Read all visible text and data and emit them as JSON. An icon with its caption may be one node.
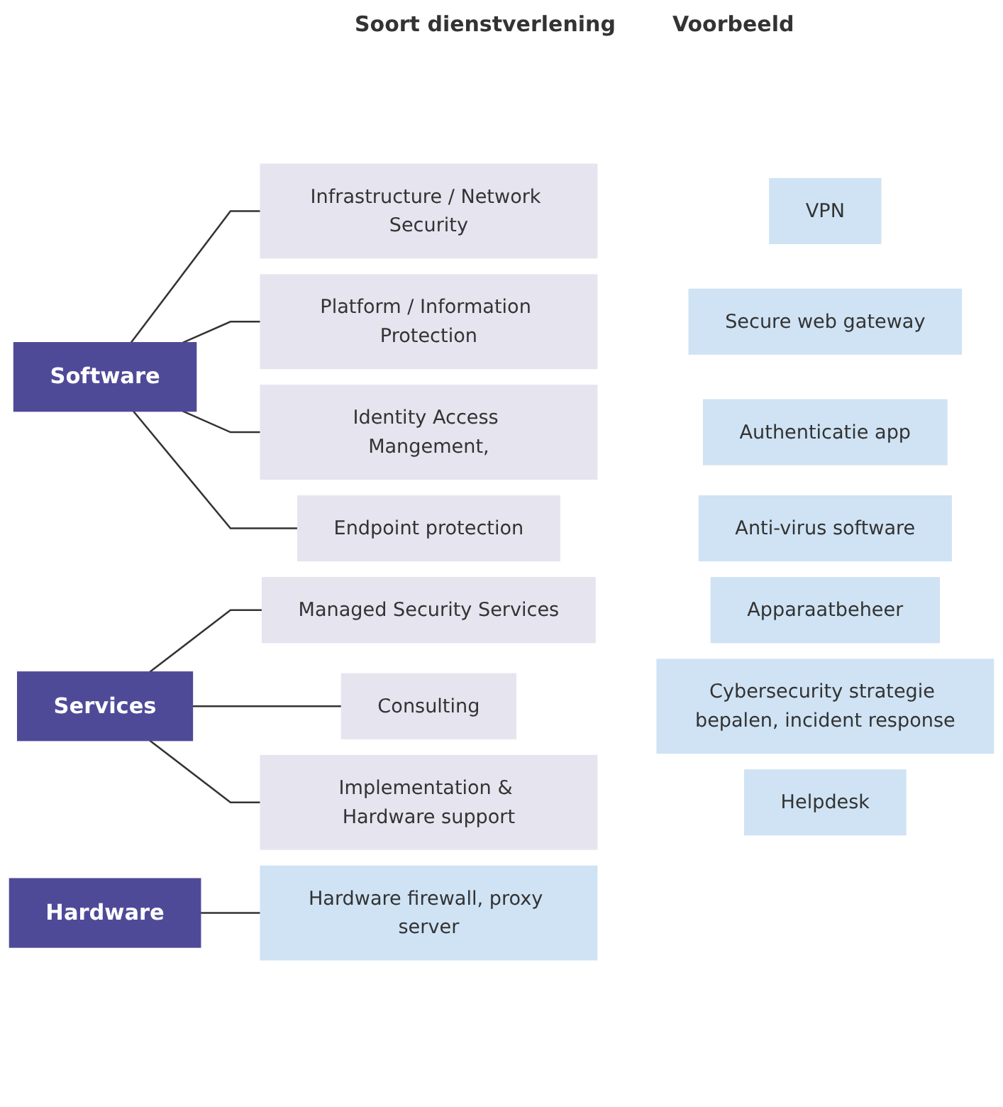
{
  "diagram": {
    "nodes": [
      {
        "text": [
          "Software"
        ]
      },
      {
        "text": [
          "Infrastructure / Network Security"
        ]
      },
      {
        "text": [
          "VPN"
        ]
      },
      {
        "text": [
          "Platform / Information Protection"
        ]
      },
      {
        "text": [
          "Secure web gateway"
        ]
      },
      {
        "text": [
          "Identity Access Mangement,"
        ]
      },
      {
        "text": [
          "Authenticatie app"
        ]
      },
      {
        "text": [
          "Endpoint protection"
        ]
      },
      {
        "text": [
          "Anti-virus software"
        ]
      },
      {
        "text": [
          "Services"
        ]
      },
      {
        "text": [
          "Managed Security Services"
        ]
      },
      {
        "text": [
          "Apparaatbeheer"
        ]
      },
      {
        "text": [
          "Consulting"
        ]
      },
      {
        "text": [
          "Cybersecurity strategie bepalen, incident response"
        ]
      },
      {
        "text": [
          "Implementation & Hardware support"
        ]
      },
      {
        "text": [
          "Helpdesk"
        ]
      },
      {
        "text": [
          "Hardware"
        ]
      },
      {
        "text": [
          "Hardware firewall, proxy server"
        ]
      }
    ],
    "edges": [
      {
        "from": 0,
        "to": 1,
        "arrow": "none"
      },
      {
        "from": 0,
        "to": 3,
        "arrow": "none"
      },
      {
        "from": 0,
        "to": 5,
        "arrow": "none"
      },
      {
        "from": 0,
        "to": 7,
        "arrow": "none"
      },
      {
        "from": 9,
        "to": 10,
        "arrow": "none"
      },
      {
        "from": 9,
        "to": 12,
        "arrow": "none"
      },
      {
        "from": 9,
        "to": 14,
        "arrow": "none"
      },
      {
        "from": 16,
        "to": 17,
        "arrow": "none"
      }
    ],
    "labels": [
      "Soort dienstverlening",
      "Voorbeeld"
    ]
  }
}
